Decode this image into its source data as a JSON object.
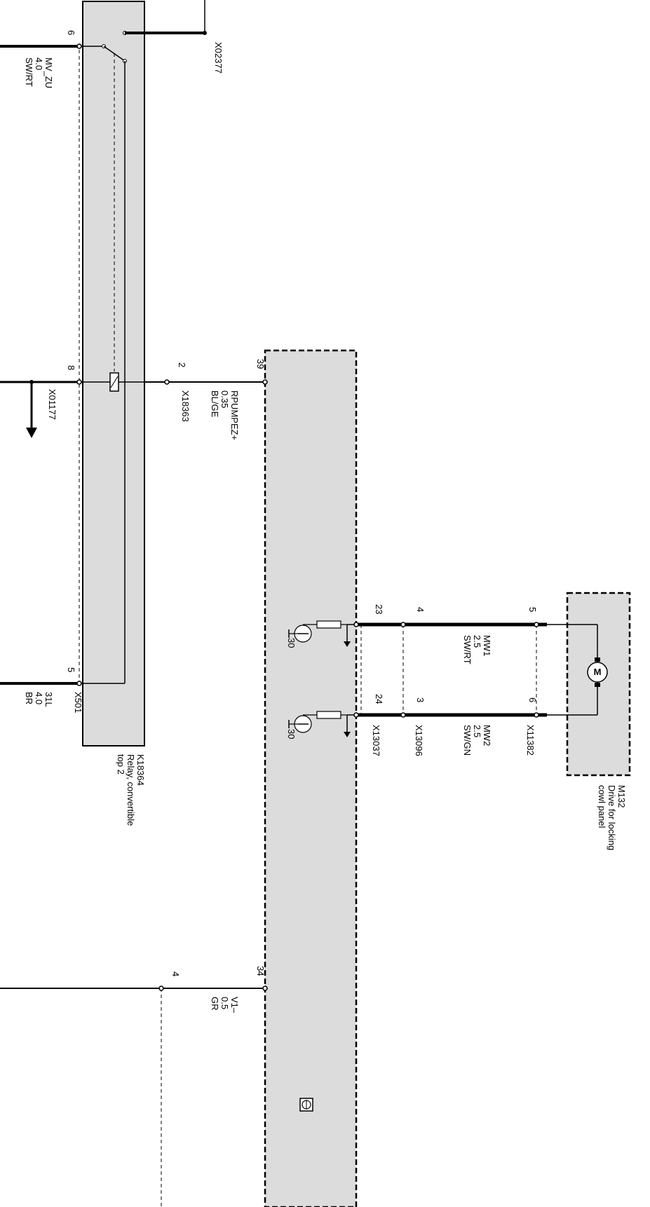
{
  "title": "",
  "components": {
    "relay": {
      "id": "K18364",
      "line1": "Relay, convertible",
      "line2": "top 2"
    },
    "module": {
      "id": "",
      "label": ""
    },
    "motor": {
      "id": "M132",
      "line1": "Drive for locking",
      "line2": "cowl panel",
      "symbol": "M"
    }
  },
  "connectors": {
    "x02377": "X02377",
    "x501": "X501",
    "x18363": "X18363",
    "x01177": "X01177",
    "x13037": "X13037",
    "x13096": "X13096",
    "x11382": "X11382"
  },
  "pins": {
    "p6_relay": "6",
    "p8_relay": "8",
    "p5_relay": "5",
    "p2": "2",
    "p39": "39",
    "p34": "34",
    "p4_v1": "4",
    "p23": "23",
    "p24": "24",
    "p4_mw1": "4",
    "p3_mw2": "3",
    "p5_motor": "5",
    "p6_motor": "6"
  },
  "wires": {
    "mv_zu": {
      "name": "MV_ZU",
      "size": "4.0",
      "color": "SW/RT"
    },
    "w31l": {
      "name": "31L",
      "size": "4.0",
      "color": "BR"
    },
    "rpumpez": {
      "name": "RPUMPEZ+",
      "size": "0.35",
      "color": "BL/GE"
    },
    "mw1": {
      "name": "MW1",
      "size": "2.5",
      "color": "SW/RT"
    },
    "mw2": {
      "name": "MW2",
      "size": "2.5",
      "color": "SW/GN"
    },
    "v1": {
      "name": "V1–",
      "size": "0.5",
      "color": "GR"
    }
  },
  "transistor_labels": {
    "t1": "30",
    "t2": "30"
  },
  "colors": {
    "component_fill": "#dcdcdc",
    "wire": "#000000",
    "background": "#ffffff"
  }
}
